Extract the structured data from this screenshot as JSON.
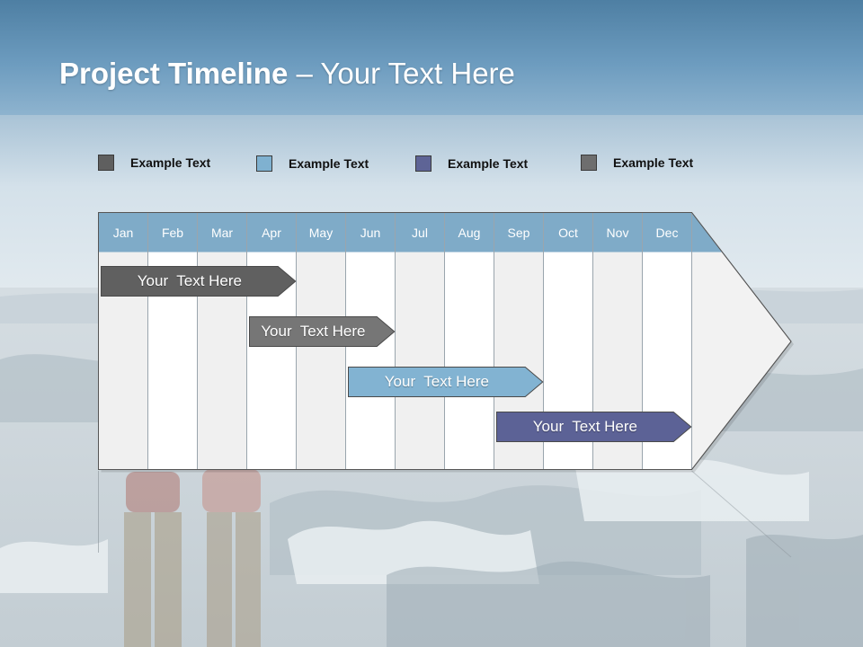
{
  "slide": {
    "title_bold": "Project Timeline",
    "title_rest": " – Your Text Here"
  },
  "legend": [
    {
      "label": "Example Text",
      "color": "#5f5f5f"
    },
    {
      "label": "Example Text",
      "color": "#7fb1d0"
    },
    {
      "label": "Example Text",
      "color": "#5e6496"
    },
    {
      "label": "Example Text",
      "color": "#6e6e6e"
    }
  ],
  "timeline": {
    "months": [
      "Jan",
      "Feb",
      "Mar",
      "Apr",
      "May",
      "Jun",
      "Jul",
      "Aug",
      "Sep",
      "Oct",
      "Nov",
      "Dec"
    ],
    "header_color": "#7fabc8",
    "tasks": [
      {
        "label": "Your  Text Here",
        "color": "#606060",
        "start": "Jan",
        "end": "Apr"
      },
      {
        "label": "Your  Text Here",
        "color": "#767676",
        "start": "Apr",
        "end": "Jun"
      },
      {
        "label": "Your  Text Here",
        "color": "#82b3d2",
        "start": "Jun",
        "end": "Sep"
      },
      {
        "label": "Your  Text Here",
        "color": "#5c6296",
        "start": "Sep",
        "end": "Dec"
      }
    ]
  }
}
